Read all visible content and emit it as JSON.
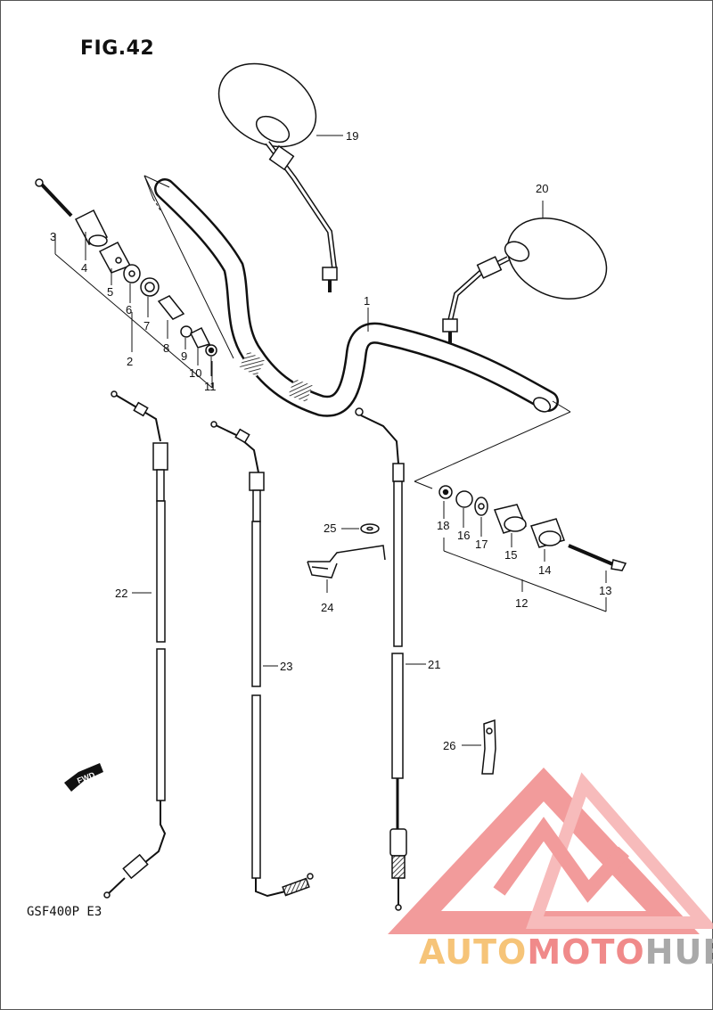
{
  "figure": {
    "title": "FIG.42",
    "model_code": "GSF400P  E3",
    "direction_arrow_text": "FWD"
  },
  "watermark": {
    "part_a": "AUTO",
    "part_b": "MOTO",
    "part_c": "HUB",
    "colors": {
      "auto": "#f6c478",
      "moto": "#f08a8a",
      "hub": "#a9a9a9",
      "logo": "#f08a8a"
    }
  },
  "callouts": {
    "c1": "1",
    "c2": "2",
    "c3": "3",
    "c4": "4",
    "c5": "5",
    "c6": "6",
    "c7": "7",
    "c8": "8",
    "c9": "9",
    "c10": "10",
    "c11": "11",
    "c12": "12",
    "c13": "13",
    "c14": "14",
    "c15": "15",
    "c16": "16",
    "c17": "17",
    "c18": "18",
    "c19": "19",
    "c20": "20",
    "c21": "21",
    "c22": "22",
    "c23": "23",
    "c24": "24",
    "c25": "25",
    "c26": "26"
  }
}
